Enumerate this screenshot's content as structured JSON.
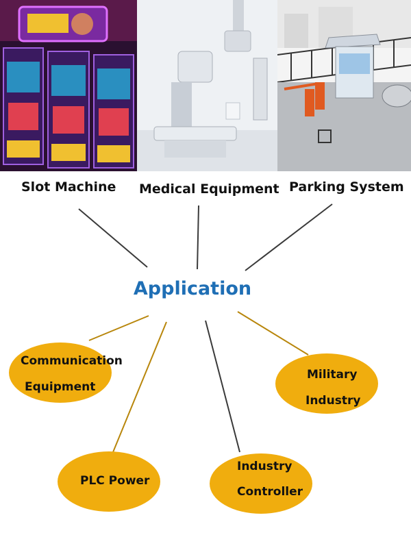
{
  "categories": {
    "slot_machine": "Slot Machine",
    "medical_equipment": "Medical Equipment",
    "parking_system": "Parking System"
  },
  "center": {
    "title": "Application"
  },
  "bubbles": {
    "communication": {
      "line1": "Communication",
      "line2": "Equipment"
    },
    "military": {
      "line1": "Military",
      "line2": "Industry"
    },
    "plc": {
      "line1": "PLC Power"
    },
    "controller": {
      "line1": "Industry",
      "line2": "Controller"
    }
  },
  "colors": {
    "title_blue": "#1f6fb5",
    "bubble_fill": "#f0ad0e",
    "connector_dark": "#3a3a3a",
    "connector_gold": "#b8860b"
  }
}
